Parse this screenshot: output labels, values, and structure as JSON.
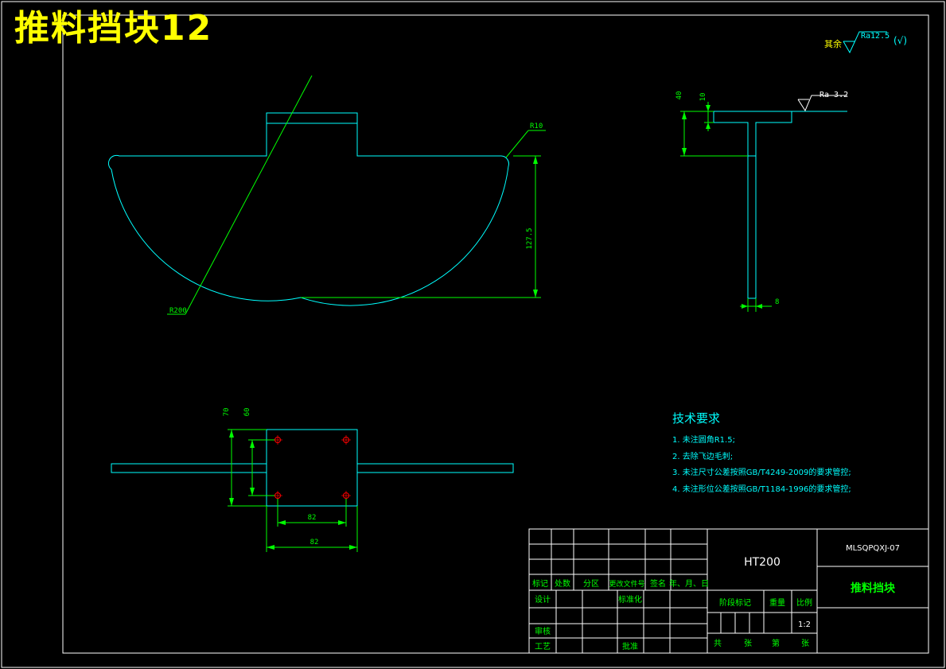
{
  "overlay_title": "推料挡块12",
  "surface_finish": {
    "others_label": "其余",
    "general_ra": "Ra12.5",
    "check": "(√)",
    "face_ra": "Ra 3.2"
  },
  "dimensions": {
    "r10": "R10",
    "r200": "R200",
    "d127_5": "127.5",
    "d40": "40",
    "d10": "10",
    "d8": "8",
    "d70": "70",
    "d60": "60",
    "d82_top": "82",
    "d82_bottom": "82"
  },
  "tech_requirements": {
    "title": "技术要求",
    "items": [
      "1. 未注圆角R1.5;",
      "2. 去除飞边毛刺;",
      "3. 未注尺寸公差按照GB/T4249-2009的要求管控;",
      "4. 未注形位公差按照GB/T1184-1996的要求管控;"
    ]
  },
  "title_block": {
    "material": "HT200",
    "drawing_no": "MLSQPQXJ-07",
    "part_name": "推料挡块",
    "header_labels": [
      "标记",
      "处数",
      "分区",
      "更改文件号",
      "签名",
      "年、月、日"
    ],
    "design": "设计",
    "standardize": "标准化",
    "review": "审核",
    "process": "工艺",
    "approve": "批准",
    "stage_mark": "阶段标记",
    "weight": "重量",
    "scale_label": "比例",
    "scale_value": "1:2",
    "total": "共",
    "sheets": "张",
    "number": "第",
    "sheet": "张"
  },
  "colors": {
    "outline": "#00ffff",
    "dimension": "#00ff00",
    "frame": "#ffffff",
    "title": "#ffff00",
    "hole": "#ff0000"
  }
}
